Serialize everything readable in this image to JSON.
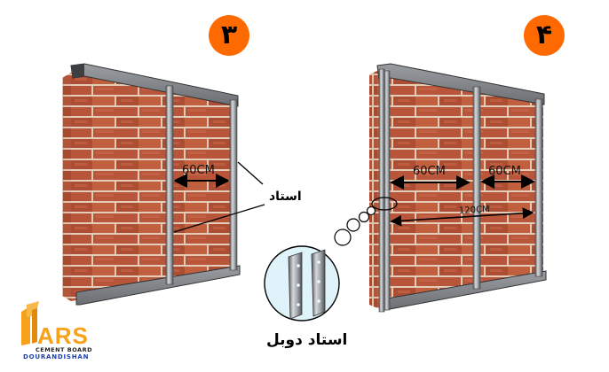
{
  "panels": [
    {
      "step_number": "۳",
      "measurements": [
        "60CM"
      ],
      "callout_label": "استاد"
    },
    {
      "step_number": "۴",
      "measurements": [
        "60CM",
        "60CM",
        "120CM"
      ]
    }
  ],
  "detail": {
    "label": "استاد دوبل"
  },
  "logo": {
    "name": "ARS",
    "line1": "CEMENT BOARD",
    "line2": "DOURANDISHAN"
  },
  "colors": {
    "badge": "#ff6a00",
    "brick": "#b9553a",
    "mortar": "#e8d3c0",
    "steel": "#8e9196",
    "logo_orange": "#f7a11a",
    "logo_blue": "#1a3fb0",
    "detail_bg": "#dff3fb"
  }
}
